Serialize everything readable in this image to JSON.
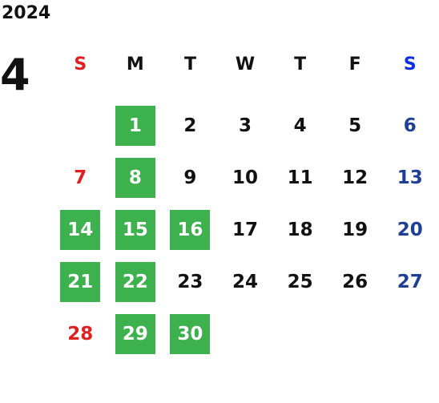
{
  "year": "2024",
  "month": "4",
  "colors": {
    "highlight_bg": "#3db14d",
    "highlight_text": "#ffffff",
    "sunday": "#e02020",
    "saturday_header": "#1030e0",
    "saturday": "#1f3f95",
    "weekday": "#111111"
  },
  "weekdays": [
    {
      "label": "S",
      "color": "#e02020"
    },
    {
      "label": "M",
      "color": "#111111"
    },
    {
      "label": "T",
      "color": "#111111"
    },
    {
      "label": "W",
      "color": "#111111"
    },
    {
      "label": "T",
      "color": "#111111"
    },
    {
      "label": "F",
      "color": "#111111"
    },
    {
      "label": "S",
      "color": "#1030e0"
    }
  ],
  "weeks": [
    [
      {
        "day": ""
      },
      {
        "day": "1",
        "highlighted": true
      },
      {
        "day": "2"
      },
      {
        "day": "3"
      },
      {
        "day": "4"
      },
      {
        "day": "5"
      },
      {
        "day": "6",
        "color": "#1f3f95"
      }
    ],
    [
      {
        "day": "7",
        "color": "#e02020"
      },
      {
        "day": "8",
        "highlighted": true
      },
      {
        "day": "9"
      },
      {
        "day": "10"
      },
      {
        "day": "11"
      },
      {
        "day": "12"
      },
      {
        "day": "13",
        "color": "#1f3f95"
      }
    ],
    [
      {
        "day": "14",
        "highlighted": true
      },
      {
        "day": "15",
        "highlighted": true
      },
      {
        "day": "16",
        "highlighted": true
      },
      {
        "day": "17"
      },
      {
        "day": "18"
      },
      {
        "day": "19"
      },
      {
        "day": "20",
        "color": "#1f3f95"
      }
    ],
    [
      {
        "day": "21",
        "highlighted": true
      },
      {
        "day": "22",
        "highlighted": true
      },
      {
        "day": "23"
      },
      {
        "day": "24"
      },
      {
        "day": "25"
      },
      {
        "day": "26"
      },
      {
        "day": "27",
        "color": "#1f3f95"
      }
    ],
    [
      {
        "day": "28",
        "color": "#e02020"
      },
      {
        "day": "29",
        "highlighted": true
      },
      {
        "day": "30",
        "highlighted": true
      },
      {
        "day": ""
      },
      {
        "day": ""
      },
      {
        "day": ""
      },
      {
        "day": ""
      }
    ]
  ]
}
